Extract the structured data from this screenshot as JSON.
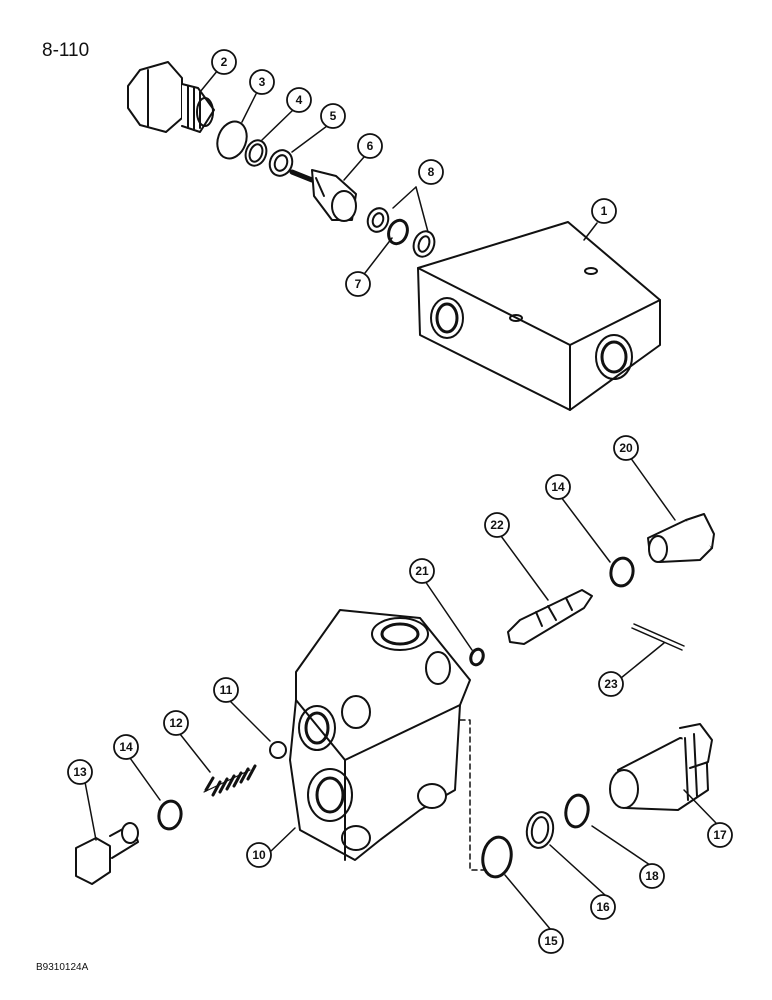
{
  "page_number": "8-110",
  "figure_code": "B9310124A",
  "callouts": {
    "c1": "1",
    "c2": "2",
    "c3": "3",
    "c4": "4",
    "c5": "5",
    "c6": "6",
    "c7": "7",
    "c8": "8",
    "c10": "10",
    "c11": "11",
    "c12": "12",
    "c13": "13",
    "c14a": "14",
    "c14b": "14",
    "c15": "15",
    "c16": "16",
    "c17": "17",
    "c18": "18",
    "c20": "20",
    "c21": "21",
    "c22": "22",
    "c23": "23"
  }
}
